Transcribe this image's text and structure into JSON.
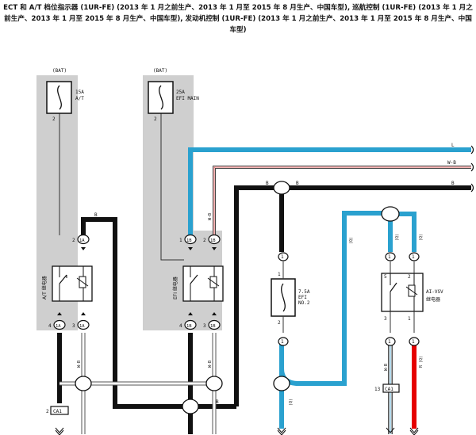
{
  "header": {
    "title": "ECT 和 A/T 档位指示器 (1UR-FE) (2013 年 1 月之前生产、2013 年 1 月至 2015 年 8 月生产、中国车型), 巡航控制 (1UR-FE) (2013 年 1 月之前生产、2013 年 1 月至 2015 年 8 月生产、中国车型), 发动机控制 (1UR-FE) (2013 年 1 月之前生产、2013 年 1 月至 2015 年 8 月生产、中国车型)"
  },
  "power": {
    "bat_left": "(BAT)",
    "bat_mid": "(BAT)"
  },
  "fuses": {
    "at": {
      "rating": "15A",
      "name": "A/T"
    },
    "efi_main": {
      "rating": "25A",
      "name": "EFI MAIN"
    },
    "efi_no2": {
      "rating": "7.5A",
      "name1": "EFI",
      "name2": "NO.2"
    }
  },
  "relays": {
    "at": {
      "name": "A/T 继电器"
    },
    "efi": {
      "name": "EFI 继电器"
    },
    "aivsv": {
      "name1": "AI-VSV",
      "name2": "继电器"
    }
  },
  "wires": {
    "l": "L",
    "wb": "W-B",
    "b": "B",
    "wb_vert": "W-B",
    "b_vert": "B",
    "q": "(Q)",
    "r_q": "R (Q)"
  },
  "connectors": {
    "c1a": "1A",
    "c1b": "1B",
    "c1": "1",
    "ca1": "CA1",
    "p1": "1",
    "p2": "2",
    "p3": "3",
    "p4": "4",
    "p5": "5",
    "p13": "13"
  }
}
